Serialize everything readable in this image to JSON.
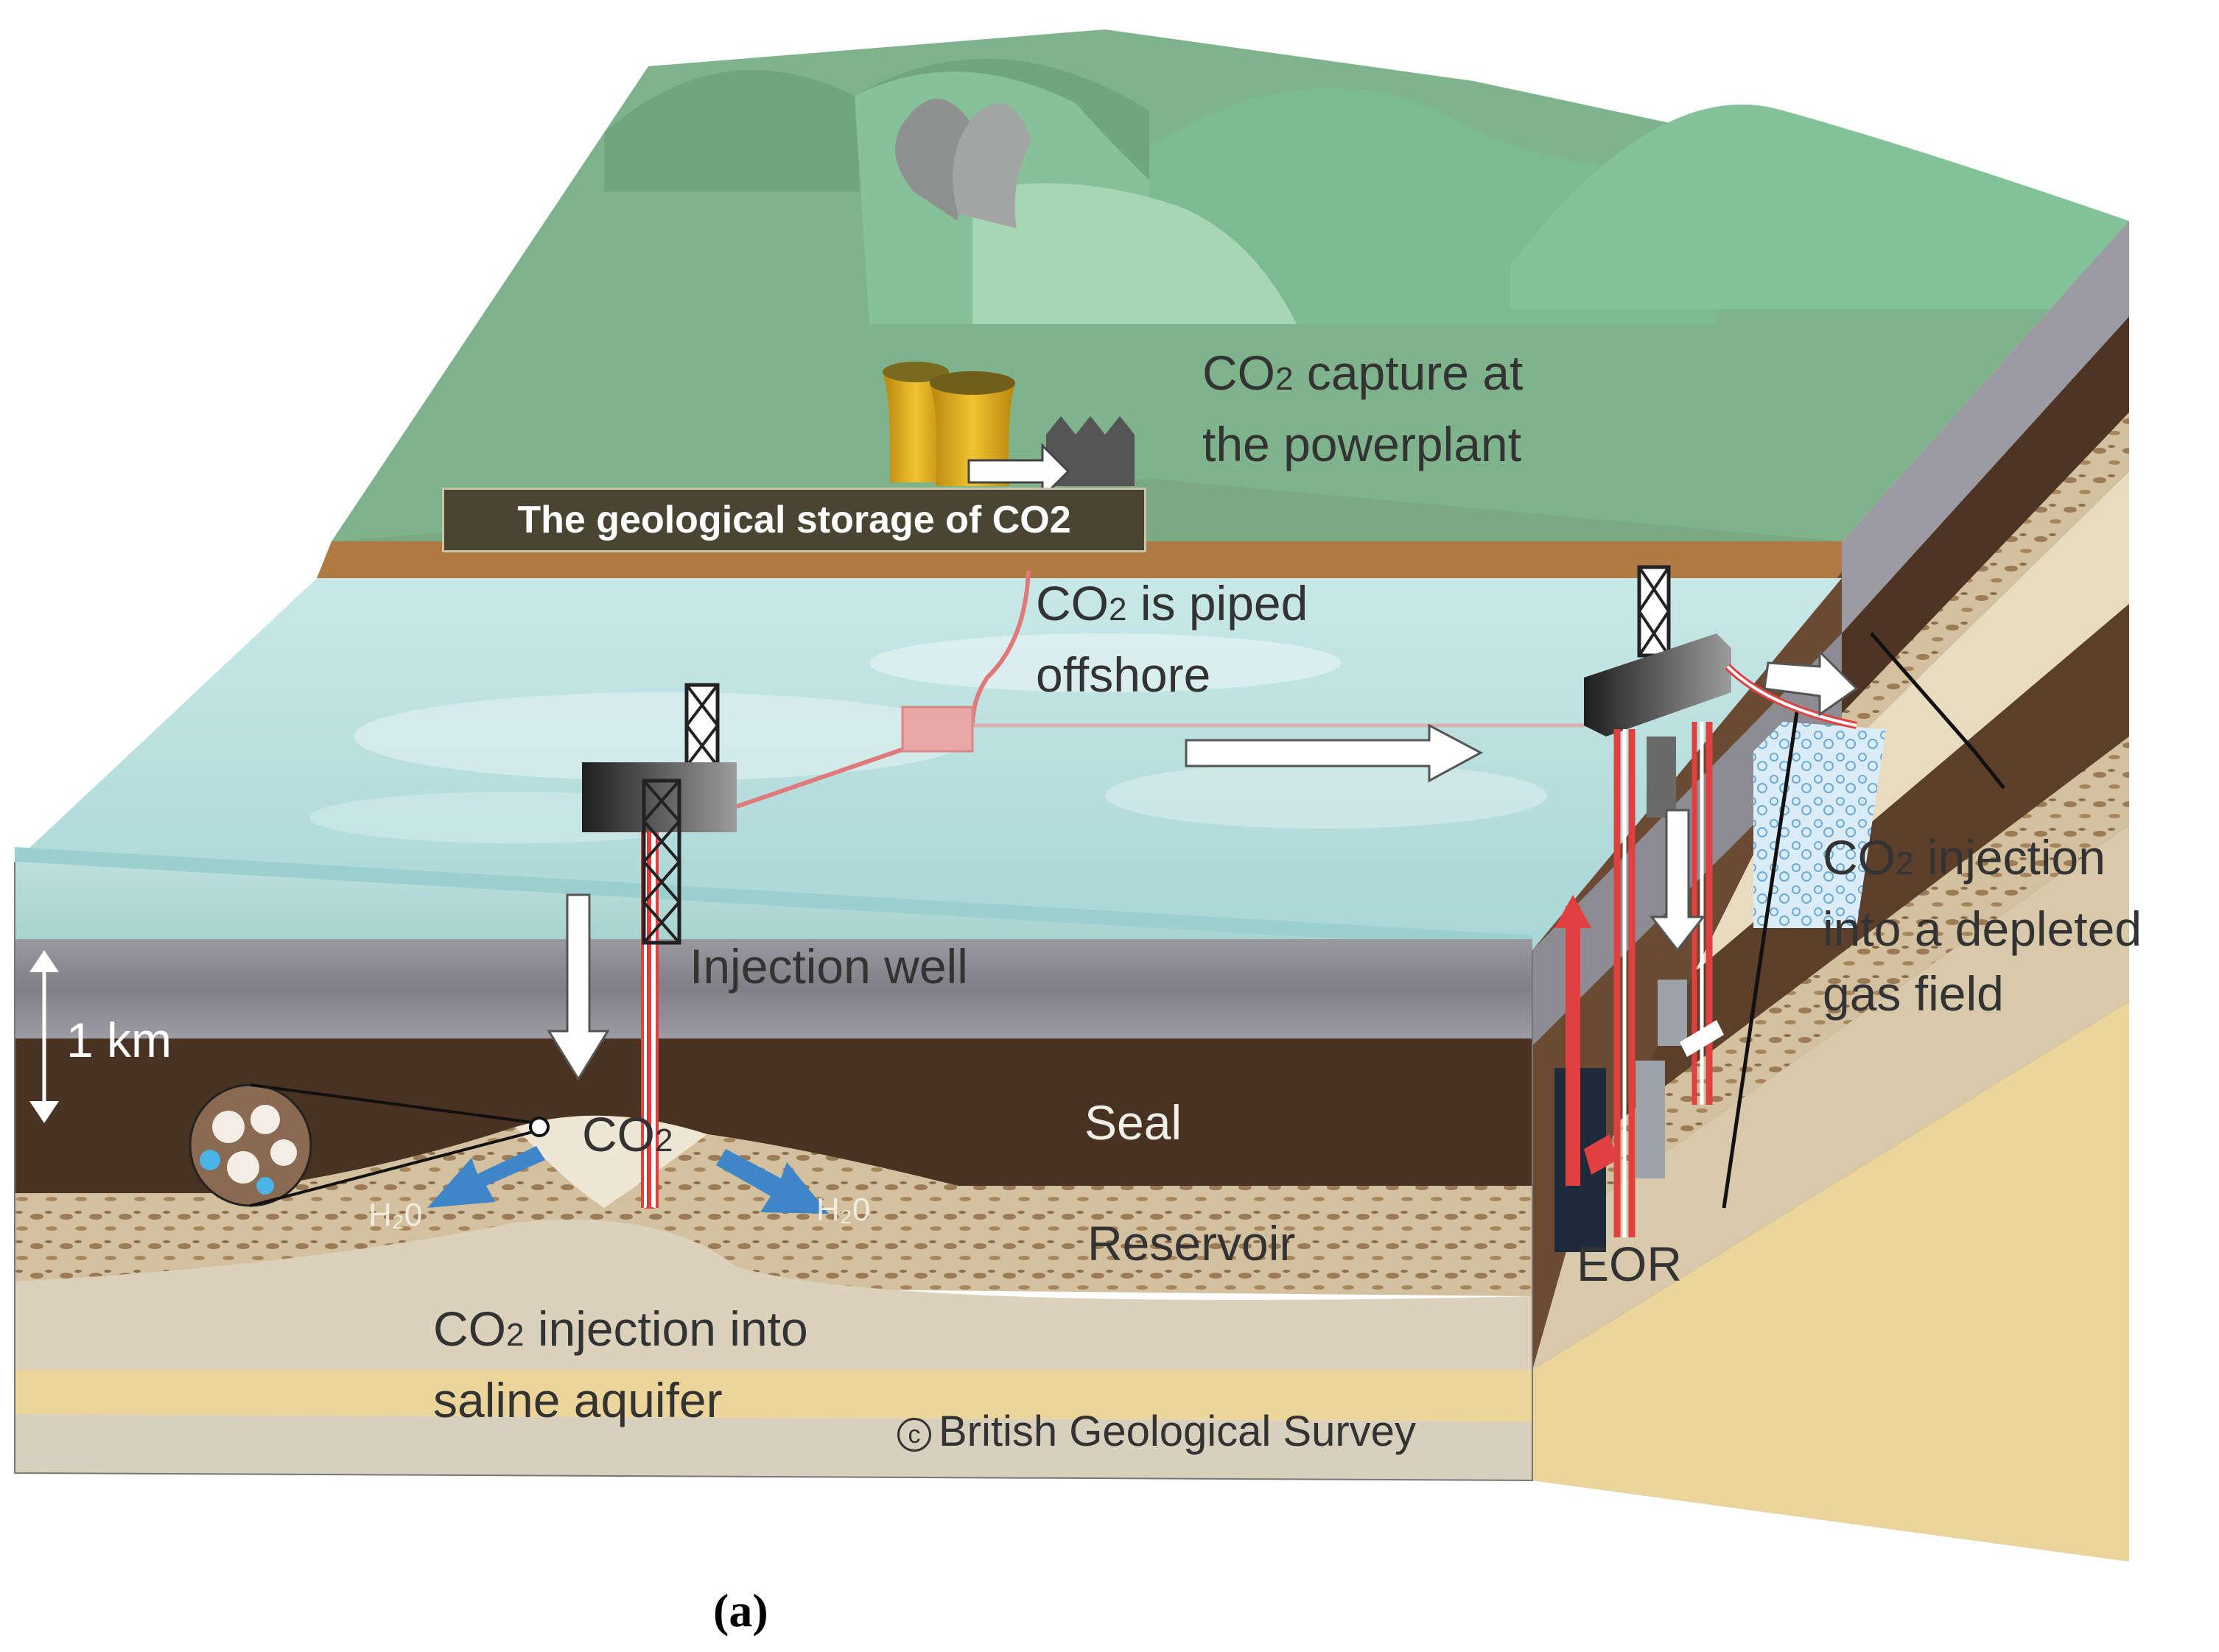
{
  "banner": "The geological storage of CO2",
  "labels": {
    "capture_line1_pre": "CO",
    "capture_line1_sub": "2",
    "capture_line1_post": " capture at",
    "capture_line2": "the powerplant",
    "piped_line1_pre": "CO",
    "piped_line1_sub": "2",
    "piped_line1_post": " is piped",
    "piped_line2": "offshore",
    "injection_well": "Injection well",
    "scale": "1 km",
    "co2_pre": "CO",
    "co2_sub": "2",
    "seal": "Seal",
    "reservoir": "Reservoir",
    "h2o_left": "H₂0",
    "h2o_right": "H₂0",
    "saline_line1_pre": "CO",
    "saline_line1_sub": "2",
    "saline_line1_post": " injection into",
    "saline_line2": "saline aquifer",
    "eor": "EOR",
    "gas_line1_pre": "CO",
    "gas_line1_sub": "2",
    "gas_line1_post": " injection",
    "gas_line2": "into a depleted",
    "gas_line3": "gas field",
    "copyright_symbol": "c",
    "copyright_text": "British Geological Survey"
  },
  "caption": "(a)",
  "colors": {
    "hills": "#7bbf92",
    "land": "#7aa983",
    "sea": "#bfe3e3",
    "cap_rock": "#8f8f94",
    "seal": "#4a3222",
    "reservoir": "#cfb99a",
    "pipe": "#e24a4a",
    "arrow_blue": "#3f86c8"
  }
}
